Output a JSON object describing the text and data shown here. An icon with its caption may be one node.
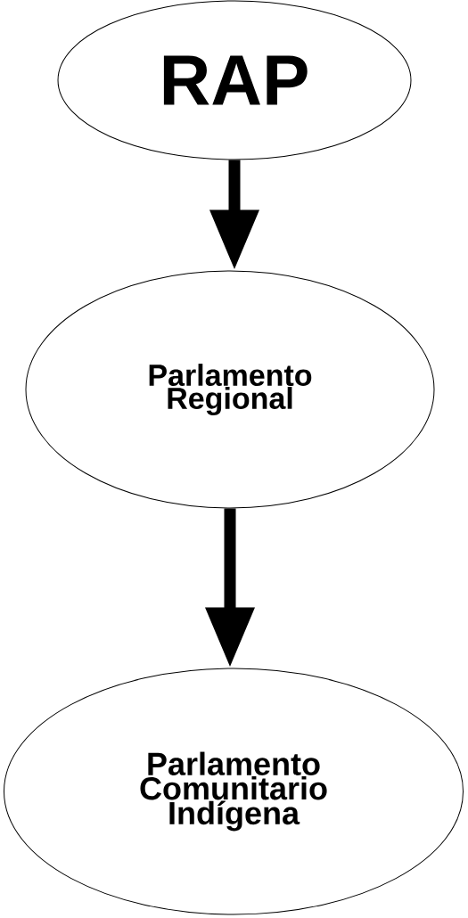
{
  "diagram": {
    "nodes": [
      {
        "text": [
          "RAP"
        ]
      },
      {
        "text": [
          "Parlamento Regional"
        ]
      },
      {
        "text": [
          "Parlamento Comunitario Indígena"
        ]
      }
    ],
    "edges": [
      {
        "from": 0,
        "to": 1,
        "arrow": "to"
      },
      {
        "from": 1,
        "to": 2,
        "arrow": "to"
      }
    ]
  }
}
